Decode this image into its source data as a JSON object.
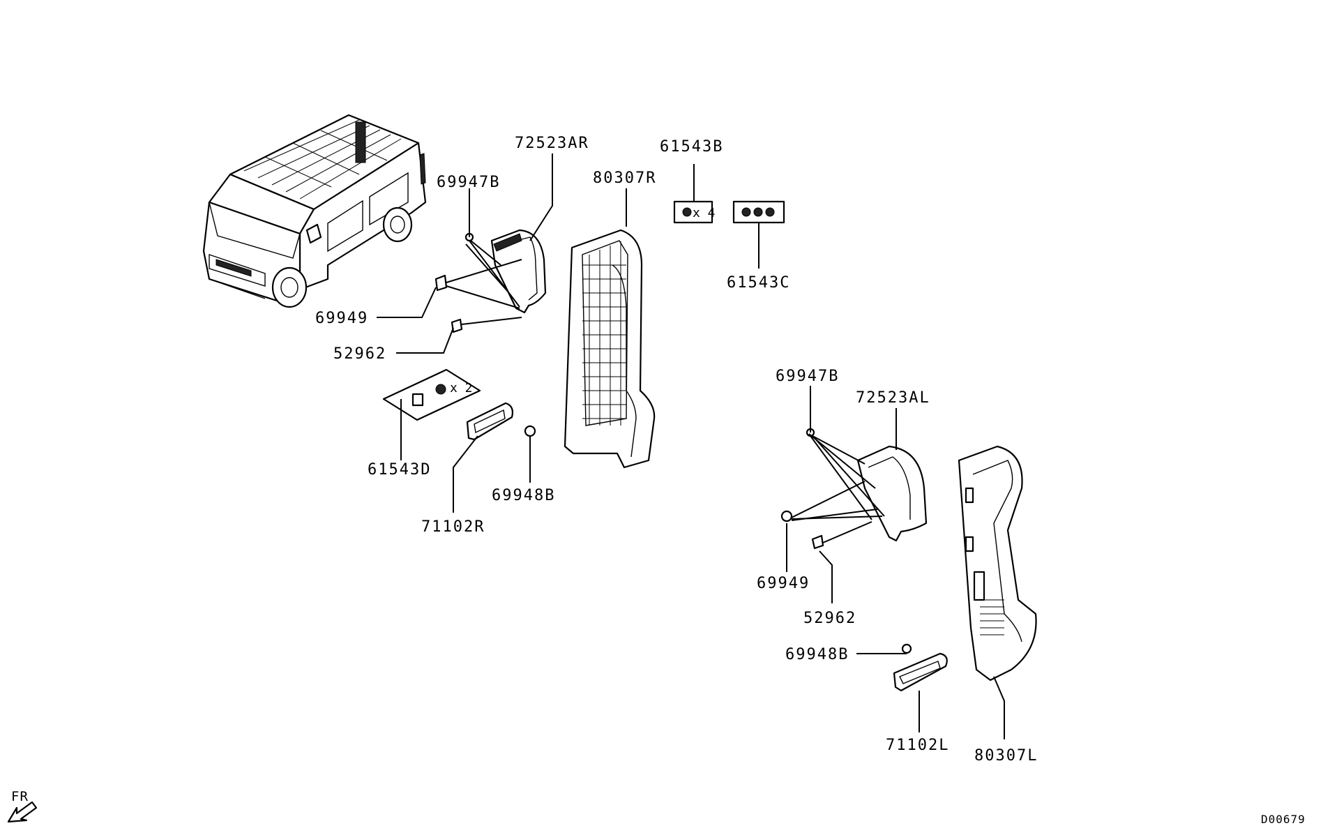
{
  "parts": {
    "p72523AR": "72523AR",
    "p80307R": "80307R",
    "p61543B": "61543B",
    "p69947B_r": "69947B",
    "p61543C": "61543C",
    "p69949_r": "69949",
    "p52962_r": "52962",
    "p61543D": "61543D",
    "p69948B_r": "69948B",
    "p71102R": "71102R",
    "p69947B_l": "69947B",
    "p72523AL": "72523AL",
    "p69949_l": "69949",
    "p52962_l": "52962",
    "p69948B_l": "69948B",
    "p71102L": "71102L",
    "p80307L": "80307L"
  },
  "quantities": {
    "x4": "x 4",
    "x2": "x 2"
  },
  "orientation": "FR",
  "diagram_ref": "D00679"
}
